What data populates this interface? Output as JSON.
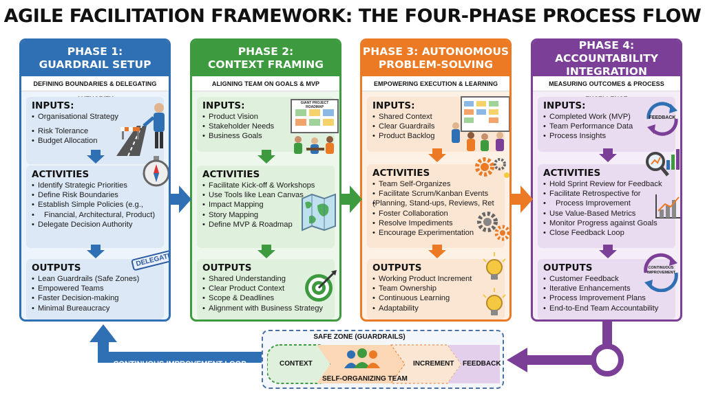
{
  "title": "AGILE FACILITATION FRAMEWORK: THE FOUR-PHASE PROCESS FLOW",
  "phases": [
    {
      "title": "PHASE 1:",
      "title2": "GUARDRAIL SETUP",
      "subtitle": "DEFINING BOUNDARIES & DELEGATING AUTHORITY",
      "color": "#2f6fb4",
      "light": "#dce8f5",
      "inputs_label": "INPUTS:",
      "inputs": [
        "Organisational Strategy",
        "Risk Tolerance",
        "Budget Allocation"
      ],
      "activities_label": "ACTIVITIES",
      "activities": [
        "Identify Strategic Priorities",
        "Define Risk Boundaries",
        "Establish Simple Policies (e.g.,",
        "Financial, Architectural, Product)",
        "Delegate Decision Authority"
      ],
      "outputs_label": "OUTPUTS",
      "outputs": [
        "Lean Guardrails (Safe Zones)",
        "Empowered Teams",
        "Faster Decision-making",
        "Minimal Bureaucracy"
      ],
      "badge": "DELEGATED"
    },
    {
      "title": "PHASE 2:",
      "title2": "CONTEXT FRAMING",
      "subtitle": "ALIGNING TEAM ON GOALS & MVP",
      "color": "#3e9a3f",
      "light": "#dff0dc",
      "inputs_label": "INPUTS:",
      "inputs": [
        "Product Vision",
        "Stakeholder Needs",
        "Business Goals"
      ],
      "activities_label": "ACTIVITIES",
      "activities": [
        "Facilitate Kick-off & Workshops",
        "Use Tools like Lean Canvas",
        "Impact Mapping",
        "Story Mapping",
        "Define MVP & Roadmap"
      ],
      "outputs_label": "OUTPUTS",
      "outputs": [
        "Shared Understanding",
        "Clear Product Context",
        "Scope & Deadlines",
        "Alignment with Business Strategy"
      ],
      "board_label": "GIANT PROJECT ROADMAP"
    },
    {
      "title": "PHASE 3: AUTONOMOUS",
      "title2": "PROBLEM-SOLVING",
      "subtitle": "EMPOWERING EXECUTION & LEARNING",
      "color": "#ec7a24",
      "light": "#fbe5d3",
      "inputs_label": "INPUTS:",
      "inputs": [
        "Shared Context",
        "Clear Guardrails",
        "Product Backlog"
      ],
      "activities_label": "ACTIVITIES",
      "activities": [
        "Team Self-Organizes",
        "Facilitate Scrum/Kanban Events",
        "(Planning, Stand-ups, Reviews, Ret",
        "Foster Collaboration",
        "Resolve Impediments",
        "Encourage Experimentation"
      ],
      "outputs_label": "OUTPUTS",
      "outputs": [
        "Working Product Increment",
        "Team Ownership",
        "Continuous Learning",
        "Adaptability"
      ]
    },
    {
      "title": "PHASE 4: ACCOUNTABILITY",
      "title2": "INTEGRATION",
      "subtitle": "MEASURING OUTCOMES & PROCESS EXCELLENCE",
      "color": "#7b3f98",
      "light": "#eadcf0",
      "inputs_label": "INPUTS:",
      "inputs": [
        "Completed Work (MVP)",
        "Team Performance Data",
        "Process Insights"
      ],
      "activities_label": "ACTIVITIES",
      "activities": [
        "Hold Sprint Review for Feedback",
        "Facilitate Retrospective for",
        "Process Improvement",
        "Use Value-Based Metrics",
        "Monitor Progress against Goals",
        "Close Feedback Loop"
      ],
      "outputs_label": "OUTPUTS",
      "outputs": [
        "Customer Feedback",
        "Iterative Enhancements",
        "Process Improvement Plans",
        "End-to-End Team Accountability"
      ],
      "feedback_label": "FEEDBACK",
      "ci_label": "CONTINUOUS IMPROVEMENT"
    }
  ],
  "bottom": {
    "safe_zone": "SAFE ZONE (GUARDRAILS)",
    "context": "CONTEXT",
    "team": "SELF-ORGANIZING TEAM",
    "increment": "INCREMENT",
    "feedback": "FEEDBACK",
    "loop": "CONTINUOUS IMPROVEMENT LOOP"
  },
  "icons": [
    "road-barrier-icon",
    "compass-icon",
    "roadmap-board-icon",
    "map-icon",
    "target-icon",
    "kanban-board-icon",
    "gears-icon",
    "lightbulb-icon",
    "feedback-cycle-icon",
    "magnifier-chart-icon",
    "bar-chart-icon",
    "continuous-improvement-icon",
    "team-icon"
  ]
}
